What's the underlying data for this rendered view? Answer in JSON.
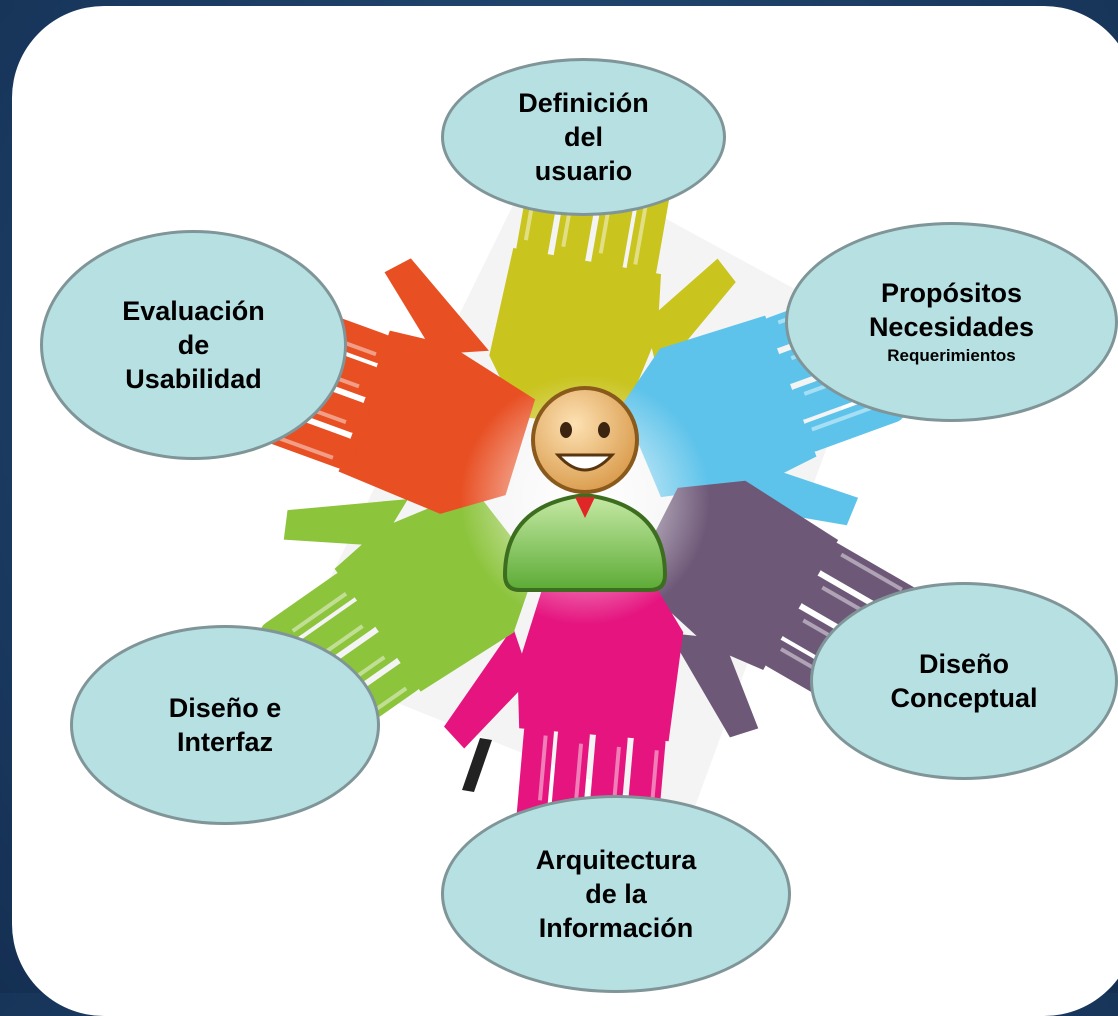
{
  "bubbles": {
    "definicion": {
      "line1": "Definición",
      "line2": "del",
      "line3": "usuario"
    },
    "propositos": {
      "line1": "Propósitos",
      "line2": "Necesidades",
      "line3": "Requerimientos"
    },
    "evaluacion": {
      "line1": "Evaluación",
      "line2": "de",
      "line3": "Usabilidad"
    },
    "diseno_conceptual": {
      "line1": "Diseño",
      "line2": "Conceptual"
    },
    "diseno_interfaz": {
      "line1": "Diseño e",
      "line2": "Interfaz"
    },
    "arquitectura": {
      "line1": "Arquitectura",
      "line2": "de la",
      "line3": "Información"
    }
  },
  "colors": {
    "background": "#1d3f66",
    "panel": "#ffffff",
    "bubble_fill": "#b7e0e3",
    "bubble_border": "#7f9597",
    "hand_yellow": "#c9c41e",
    "hand_blue": "#5ec3ea",
    "hand_red": "#e84f23",
    "hand_purple": "#6e5878",
    "hand_green": "#8cc43c",
    "hand_pink": "#e5147f"
  },
  "icons": {
    "center": "user-avatar-icon",
    "hands": [
      "yellow-hand-icon",
      "blue-hand-icon",
      "red-hand-icon",
      "purple-hand-icon",
      "green-hand-icon",
      "pink-hand-icon"
    ]
  }
}
